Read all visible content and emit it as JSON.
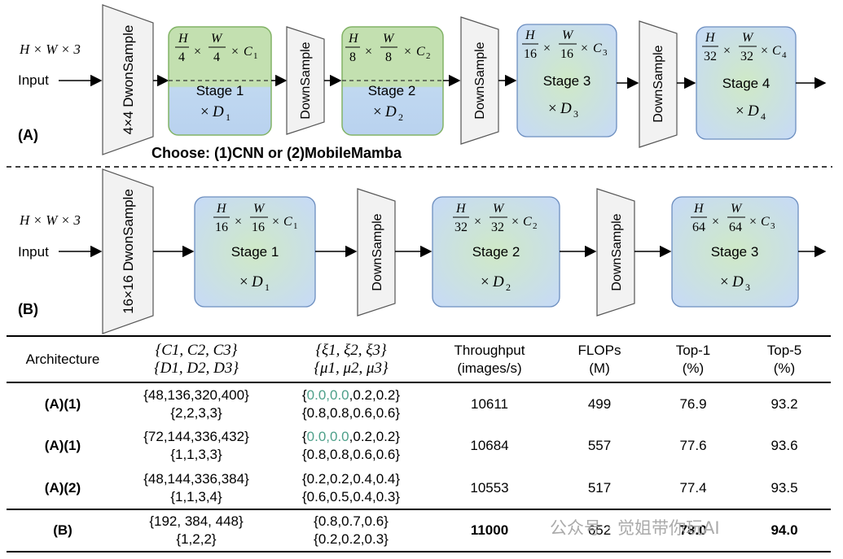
{
  "diagram": {
    "A": {
      "label": "(A)",
      "input_dims": "H × W × 3",
      "input_label": "Input",
      "first_downsample": "4×4 DwonSample",
      "downsample": "DownSample",
      "choose_text": "Choose: (1)CNN or (2)MobileMamba",
      "stages": [
        {
          "name": "Stage 1",
          "h_den": "4",
          "w_den": "4",
          "c": "C",
          "c_sub": "1",
          "d": "D",
          "d_sub": "1"
        },
        {
          "name": "Stage 2",
          "h_den": "8",
          "w_den": "8",
          "c": "C",
          "c_sub": "2",
          "d": "D",
          "d_sub": "2"
        },
        {
          "name": "Stage 3",
          "h_den": "16",
          "w_den": "16",
          "c": "C",
          "c_sub": "3",
          "d": "D",
          "d_sub": "3"
        },
        {
          "name": "Stage 4",
          "h_den": "32",
          "w_den": "32",
          "c": "C",
          "c_sub": "4",
          "d": "D",
          "d_sub": "4"
        }
      ]
    },
    "B": {
      "label": "(B)",
      "input_dims": "H × W × 3",
      "input_label": "Input",
      "first_downsample": "16×16 DwonSample",
      "downsample": "DownSample",
      "stages": [
        {
          "name": "Stage 1",
          "h_den": "16",
          "w_den": "16",
          "c": "C",
          "c_sub": "1",
          "d": "D",
          "d_sub": "1"
        },
        {
          "name": "Stage 2",
          "h_den": "32",
          "w_den": "32",
          "c": "C",
          "c_sub": "2",
          "d": "D",
          "d_sub": "2"
        },
        {
          "name": "Stage 3",
          "h_den": "64",
          "w_den": "64",
          "c": "C",
          "c_sub": "3",
          "d": "D",
          "d_sub": "3"
        }
      ]
    },
    "colors": {
      "green_stage_fill": "#c2ddb0",
      "blue_stage_fill": "#c9ddf3",
      "stage_border_green": "#82b366",
      "stage_border_blue": "#6c8ebf",
      "downsample_fill": "#f2f2f2"
    }
  },
  "table": {
    "headers": {
      "arch": "Architecture",
      "cset_1": "{C1, C2, C3}",
      "cset_2": "{D1, D2, D3}",
      "xi_1": "{ξ1, ξ2, ξ3}",
      "xi_2": "{μ1, μ2, μ3}",
      "throughput_1": "Throughput",
      "throughput_2": "(images/s)",
      "flops_1": "FLOPs",
      "flops_2": "(M)",
      "top1_1": "Top-1",
      "top1_2": "(%)",
      "top5_1": "Top-5",
      "top5_2": "(%)"
    },
    "rows": [
      {
        "arch": "(A)(1)",
        "c": "{48,136,320,400}",
        "d": "{2,2,3,3}",
        "xi_green": "0.0,0.0",
        "xi_rest": ",0.2,0.2}",
        "mu": "{0.8,0.8,0.6,0.6}",
        "throughput": "10611",
        "flops": "499",
        "top1": "76.9",
        "top5": "93.2"
      },
      {
        "arch": "(A)(1)",
        "c": "{72,144,336,432}",
        "d": "{1,1,3,3}",
        "xi_green": "0.0,0.0",
        "xi_rest": ",0.2,0.2}",
        "mu": "{0.8,0.8,0.6,0.6}",
        "throughput": "10684",
        "flops": "557",
        "top1": "77.6",
        "top5": "93.6"
      },
      {
        "arch": "(A)(2)",
        "c": "{48,144,336,384}",
        "d": "{1,1,3,4}",
        "xi": "{0.2,0.2,0.4,0.4}",
        "mu": "{0.6,0.5,0.4,0.3}",
        "throughput": "10553",
        "flops": "517",
        "top1": "77.4",
        "top5": "93.5"
      },
      {
        "arch": "(B)",
        "c": "{192, 384, 448}",
        "d": "{1,2,2}",
        "xi": "{0.8,0.7,0.6}",
        "mu": "{0.2,0.2,0.3}",
        "throughput": "11000",
        "flops": "652",
        "top1": "78.0",
        "top5": "94.0"
      }
    ]
  },
  "watermark": "公众号 · 觉姐带你玩AI"
}
